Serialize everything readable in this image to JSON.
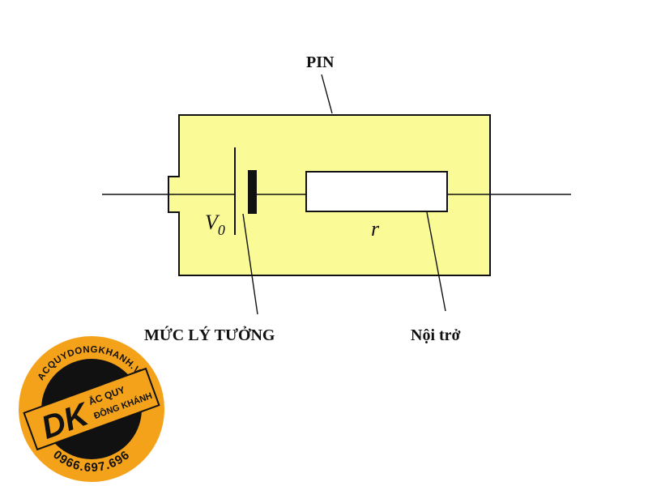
{
  "diagram": {
    "labels": {
      "pin": "PIN",
      "ideal_level": "MỨC LÝ TƯỞNG",
      "internal_resistance": "Nội trở"
    },
    "symbols": {
      "voltage_main": "V",
      "voltage_sub": "0",
      "resistance": "r"
    }
  },
  "logo": {
    "arc_text": "ACQUYDONGKHANH.VN",
    "monogram": "DK",
    "line1": "ẮC QUY",
    "line2": "ĐÔNG KHÁNH",
    "phone": "0966.697.696"
  },
  "colors": {
    "battery_fill": "#FAFA97",
    "outline": "#111111",
    "logo_orange": "#F5A21B",
    "logo_dark": "#111111"
  }
}
